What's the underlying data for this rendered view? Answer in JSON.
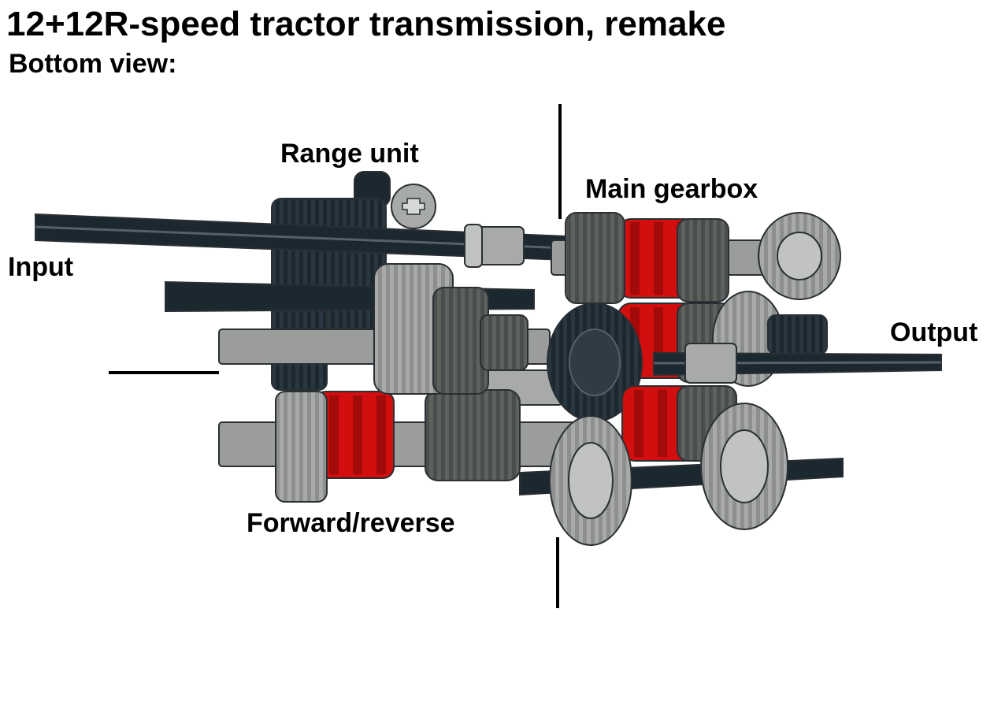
{
  "title": "12+12R-speed tractor transmission, remake",
  "subtitle": "Bottom view:",
  "labels": {
    "range_unit": "Range unit",
    "main_gearbox": "Main gearbox",
    "input": "Input",
    "output": "Output",
    "forward_reverse": "Forward/reverse"
  },
  "colors": {
    "axle_black": "#1c2830",
    "gear_dark_gray": "#5e625f",
    "gear_light_gray": "#a7aaa8",
    "clutch_red": "#d30e0e",
    "outline": "#2a2f33",
    "divider": "#000000"
  }
}
